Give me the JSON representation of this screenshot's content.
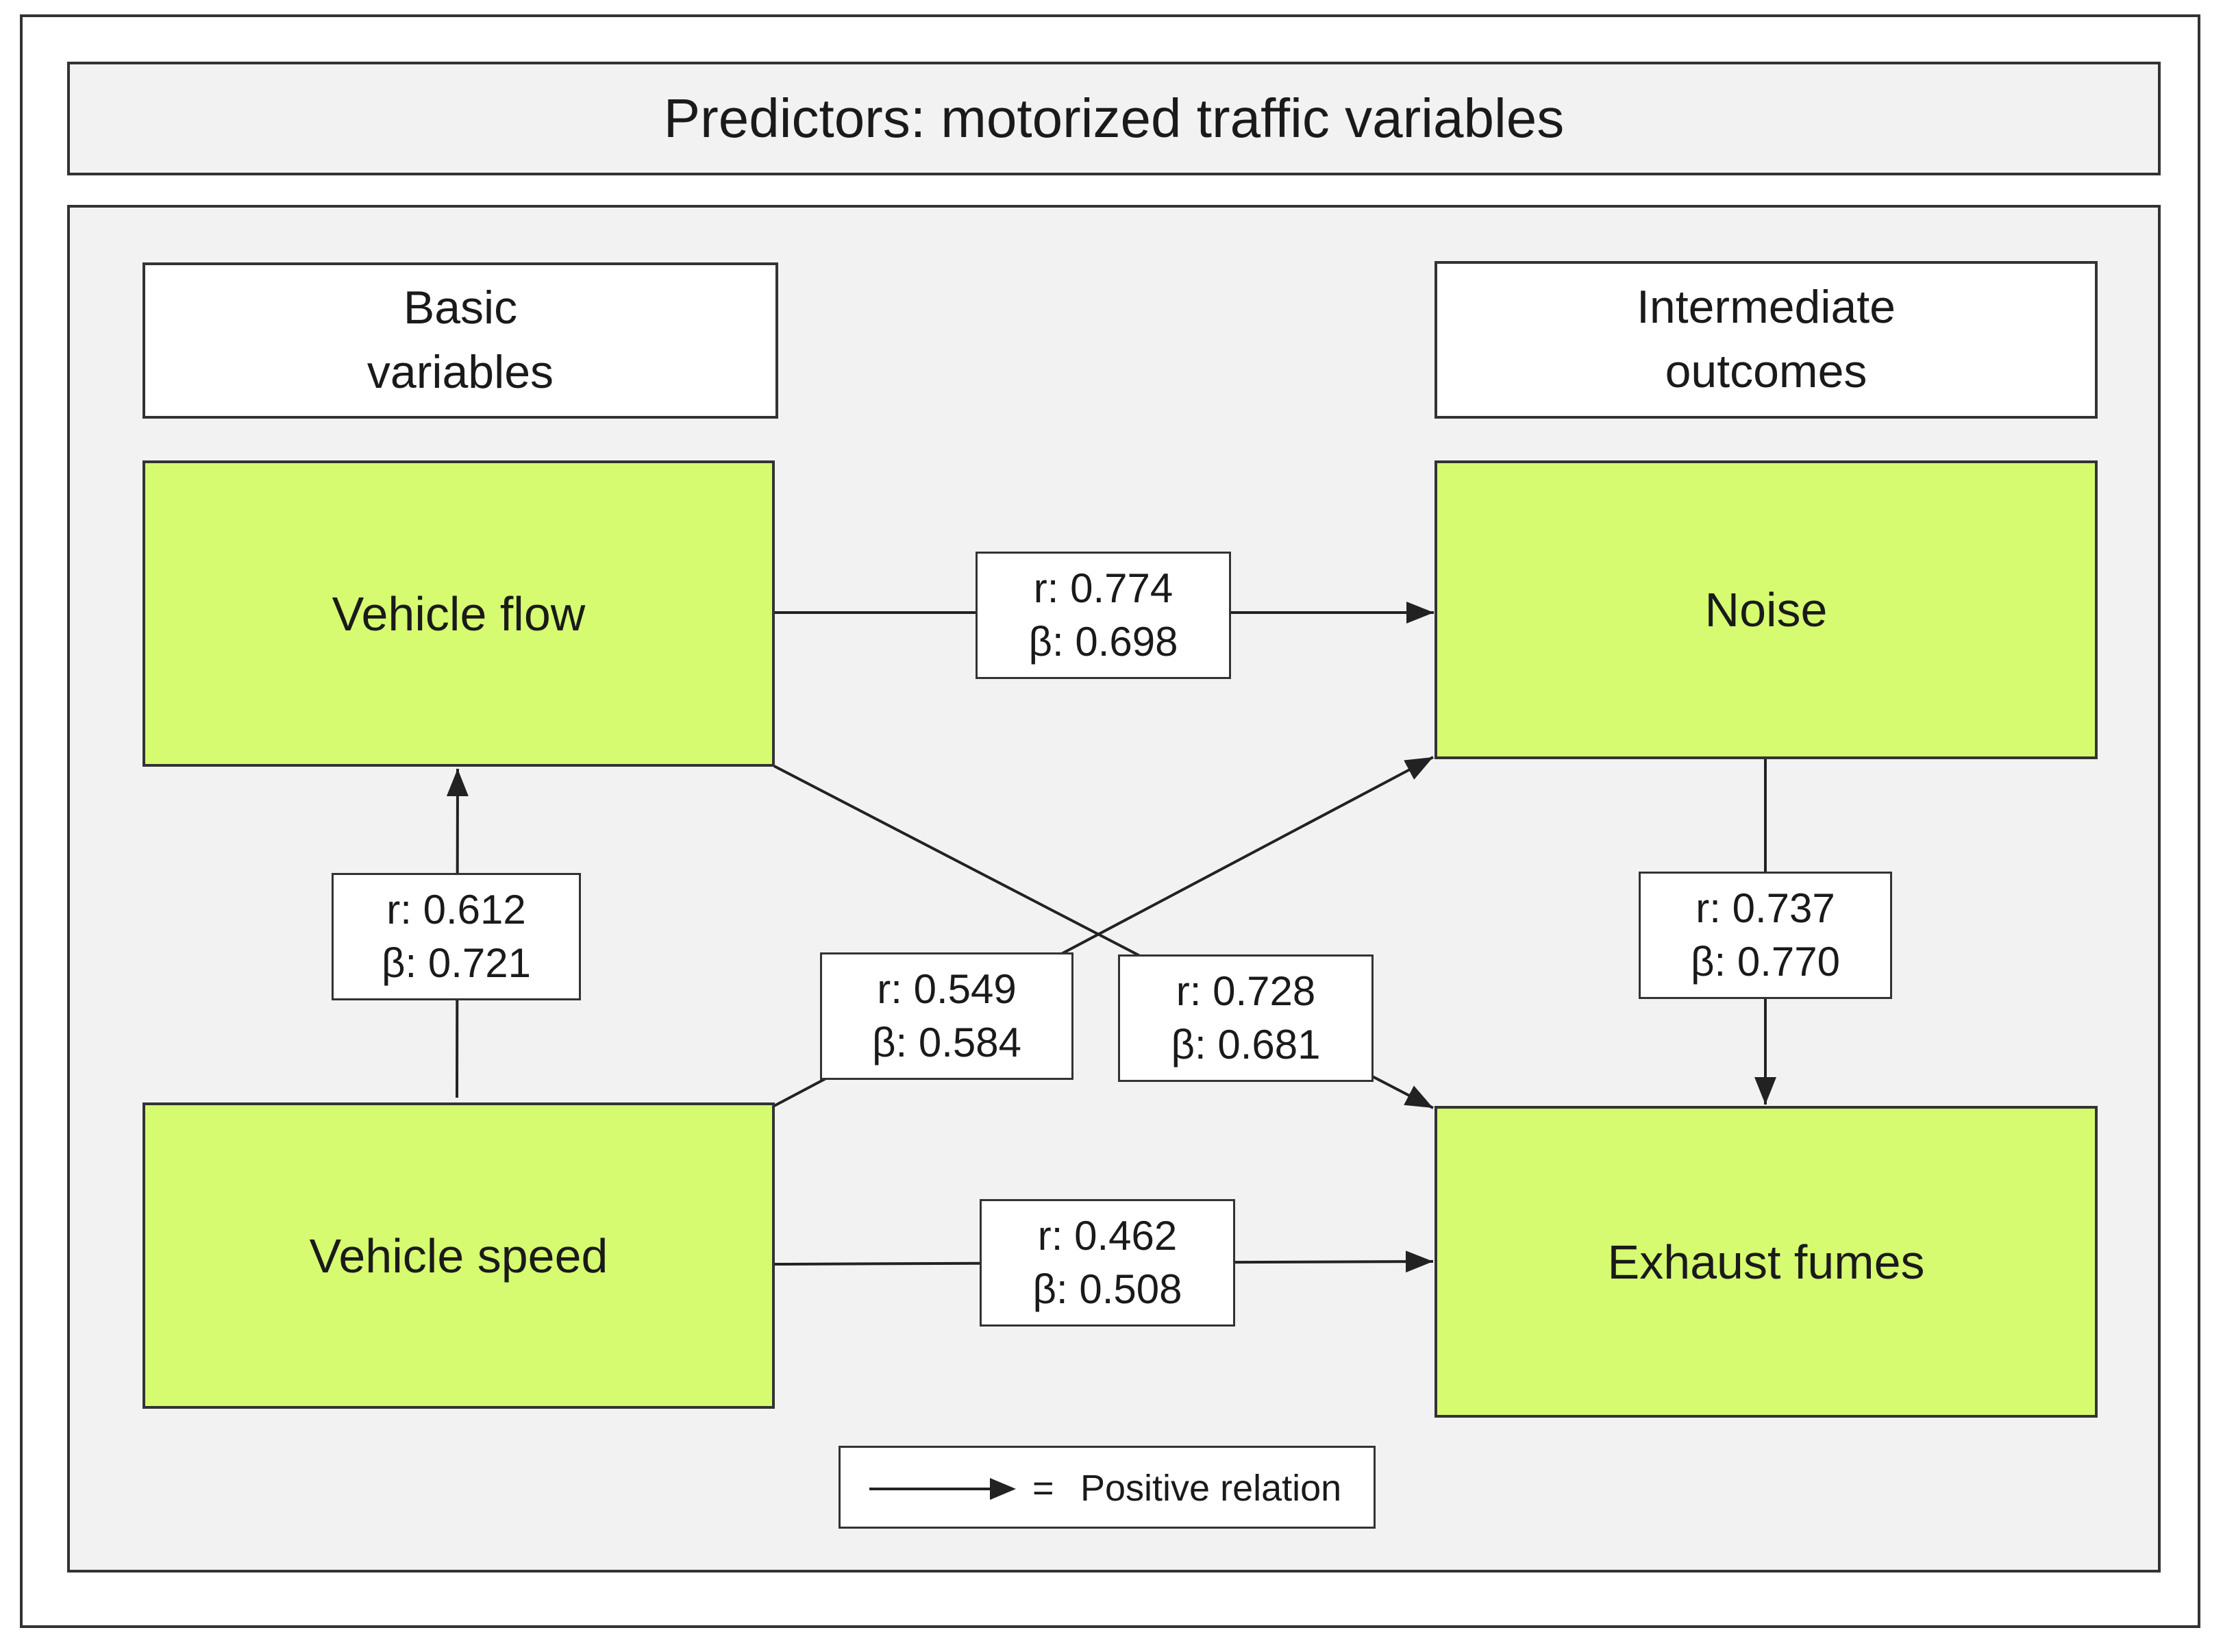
{
  "title": "Predictors: motorized traffic variables",
  "columns": {
    "left_header": "Basic\nvariables",
    "right_header": "Intermediate\noutcomes"
  },
  "nodes": {
    "vehicle_flow": "Vehicle flow",
    "vehicle_speed": "Vehicle speed",
    "noise": "Noise",
    "exhaust_fumes": "Exhaust fumes"
  },
  "edges": {
    "speed_to_flow": {
      "r": "r: 0.612",
      "beta": "β: 0.721"
    },
    "flow_to_noise": {
      "r": "r: 0.774",
      "beta": "β: 0.698"
    },
    "speed_to_noise": {
      "r": "r: 0.549",
      "beta": "β: 0.584"
    },
    "flow_to_exhaust": {
      "r": "r: 0.728",
      "beta": "β: 0.681"
    },
    "noise_to_exhaust": {
      "r": "r: 0.737",
      "beta": "β: 0.770"
    },
    "speed_to_exhaust": {
      "r": "r: 0.462",
      "beta": "β: 0.508"
    }
  },
  "legend": {
    "equals": "=",
    "label": "Positive relation"
  },
  "colors": {
    "node_fill": "#d6fb70",
    "panel_fill": "#f2f2f2",
    "border": "#333333"
  }
}
